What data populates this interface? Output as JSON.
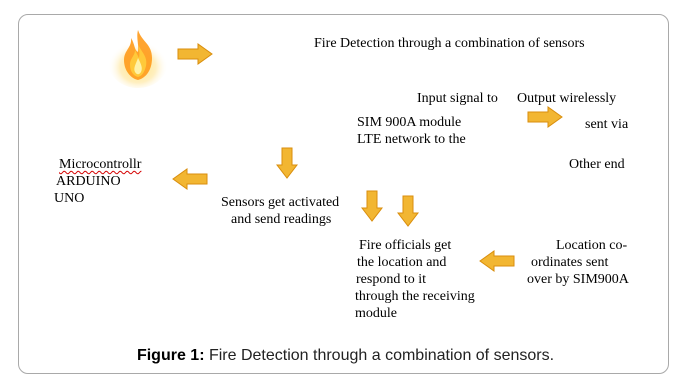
{
  "diagram": {
    "title": "Fire Detection through a combination of sensors",
    "input_signal": "Input signal to",
    "output_wireless": "Output wirelessly",
    "sim_module_lines": [
      "SIM 900A module",
      "LTE network to the"
    ],
    "sent_via": "sent via",
    "other_end": "Other end",
    "microcontroller_lines": [
      "Microcontrollr",
      "ARDUINO",
      "UNO"
    ],
    "sensors_lines": [
      "Sensors get activated",
      "and send readings"
    ],
    "fire_officials_lines": [
      "Fire officials get",
      "the location and",
      "respond to it",
      "through the receiving",
      "module"
    ],
    "location_lines": [
      "Location co-",
      "ordinates sent",
      "over by SIM900A"
    ]
  },
  "caption": {
    "label": "Figure 1:",
    "text": "Fire Detection through a combination of sensors."
  },
  "colors": {
    "arrow_fill": "#f2b632",
    "arrow_stroke": "#d98e0d",
    "frame": "#a9a9a9"
  },
  "icons": {
    "fire": "fire-icon",
    "arrow": "block-arrow"
  }
}
